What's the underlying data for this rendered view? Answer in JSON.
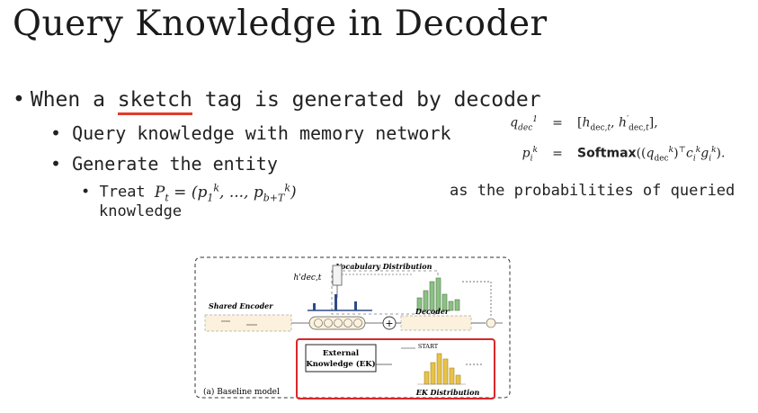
{
  "slide": {
    "title": "Query Knowledge in Decoder",
    "bullet1": {
      "prefix": "When a ",
      "highlight": "sketch",
      "suffix": " tag is generated by decoder"
    },
    "bullet2": "Query knowledge with memory network",
    "bullet3": "Generate the entity",
    "bullet4": {
      "prefix": "Treat ",
      "math": "P_t = (p_1^k, ..., p_{b+T}^k)",
      "tail": "as the probabilities of queried",
      "cont": "knowledge"
    }
  },
  "equations": {
    "eq1": {
      "lhs": "q_dec^1",
      "eq": "=",
      "rhs": "[h_dec,t, h'_dec,t],"
    },
    "eq2": {
      "lhs": "p_i^k",
      "eq": "=",
      "rhs_func": "Softmax",
      "rhs": "((q_dec^k)^T c_i^k g_i^k)."
    }
  },
  "figure": {
    "h_label": "h'dec,t",
    "vocab_label": "Vocabulary Distribution",
    "shared_encoder_label": "Shared Encoder",
    "decoder_label": "Decoder",
    "start_label": "START",
    "ek_line1": "External",
    "ek_line2": "Knowledge (EK)",
    "ek_dist_label": "EK Distribution",
    "caption": "(a) Baseline model",
    "plus": "+",
    "colors": {
      "vocab_bars": "#8cc084",
      "ek_bars": "#e8c34a",
      "highlight_box": "#d9262b",
      "blue_bars": "#2f4a8a"
    }
  }
}
